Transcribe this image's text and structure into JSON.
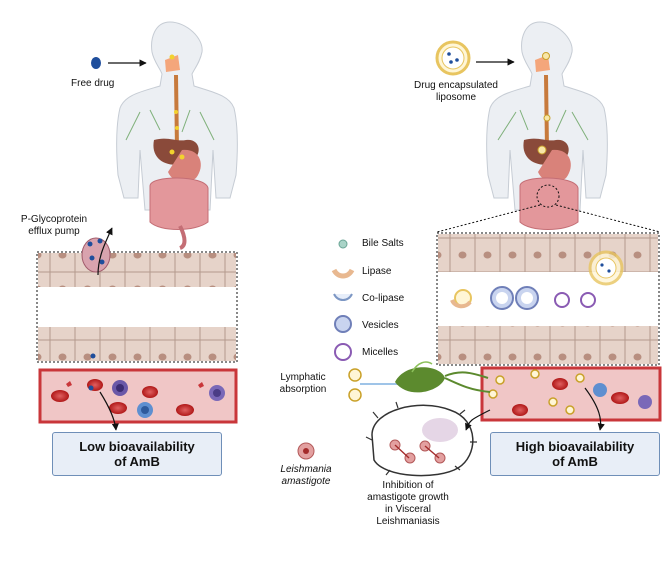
{
  "left": {
    "input_label": "Free drug",
    "pump_label": [
      "P-Glycoprotein",
      "efflux pump"
    ],
    "result": [
      "Low bioavailability",
      "of AmB"
    ]
  },
  "right": {
    "input_label": [
      "Drug encapsulated",
      "liposome"
    ],
    "result": [
      "High bioavailability",
      "of AmB"
    ]
  },
  "legend": [
    {
      "label": "Bile  Salts",
      "icon": "bile-salt-icon"
    },
    {
      "label": "Lipase",
      "icon": "lipase-icon"
    },
    {
      "label": "Co-lipase",
      "icon": "co-lipase-icon"
    },
    {
      "label": "Vesicles",
      "icon": "vesicle-icon"
    },
    {
      "label": "Micelles",
      "icon": "micelle-icon"
    }
  ],
  "lymphatic_label": [
    "Lymphatic",
    "absorption"
  ],
  "parasite_label": [
    "Leishmania",
    "amastigote"
  ],
  "inhibition_label": [
    "Inhibition of",
    "amastigote growth",
    "in Visceral",
    "Leishmaniasis"
  ],
  "colors": {
    "drug": "#1f4e9c",
    "box_fill": "#e8eef7",
    "box_border": "#6f8fb8",
    "vessel": "#c9363a",
    "lymph": "#5c8a2e"
  }
}
